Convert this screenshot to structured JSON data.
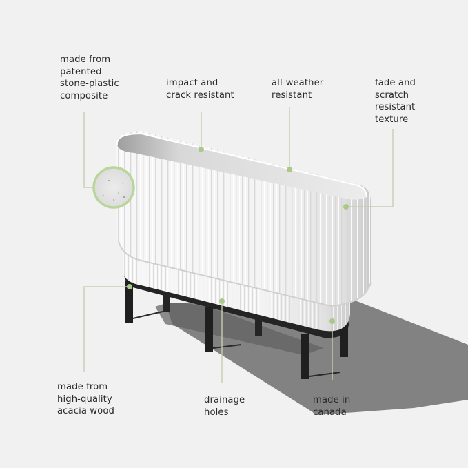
{
  "product": {
    "name": "white fluted planter on black stand",
    "accent_color": "#a9c98a",
    "background_color": "#f1f1f1",
    "stand_color": "#242424"
  },
  "callouts": [
    {
      "id": "material",
      "lines": [
        "made from",
        "patented",
        "stone-plastic",
        "composite"
      ]
    },
    {
      "id": "impact",
      "lines": [
        "impact and",
        "crack resistant"
      ]
    },
    {
      "id": "weather",
      "lines": [
        "all-weather",
        "resistant"
      ]
    },
    {
      "id": "fade",
      "lines": [
        "fade and",
        "scratch",
        "resistant",
        "texture"
      ]
    },
    {
      "id": "wood",
      "lines": [
        "made from",
        "high-quality",
        "acacia wood"
      ]
    },
    {
      "id": "drainage",
      "lines": [
        "drainage",
        "holes"
      ]
    },
    {
      "id": "canada",
      "lines": [
        "made in",
        "canada"
      ]
    }
  ]
}
